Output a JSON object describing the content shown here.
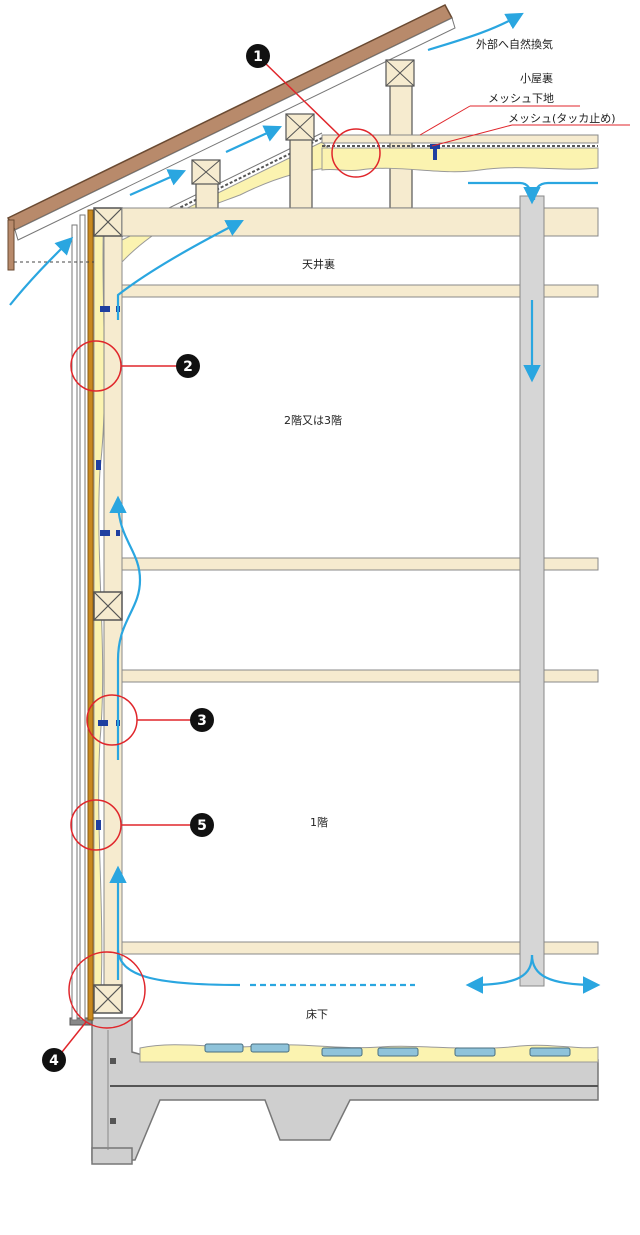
{
  "labels": {
    "exhaust_outside": "外部へ自然換気",
    "attic": "小屋裏",
    "mesh_base": "メッシュ下地",
    "mesh_tacker": "メッシュ(タッカ止め)",
    "ceiling_space": "天井裏",
    "floor_2_3": "2階又は3階",
    "floor_1": "1階",
    "underfloor": "床下"
  },
  "callouts": [
    "1",
    "2",
    "3",
    "4",
    "5"
  ],
  "colors": {
    "airflow": "#2aa6e0",
    "insulation": "#fbf3b0",
    "timber": "#f6ebcf",
    "callout_ring": "#e0262b",
    "callout_fill": "#111111",
    "concrete": "#cfcfcf",
    "roof": "#b88a6b",
    "sheathing": "#c9891f",
    "fastener": "#1f3fa0"
  }
}
